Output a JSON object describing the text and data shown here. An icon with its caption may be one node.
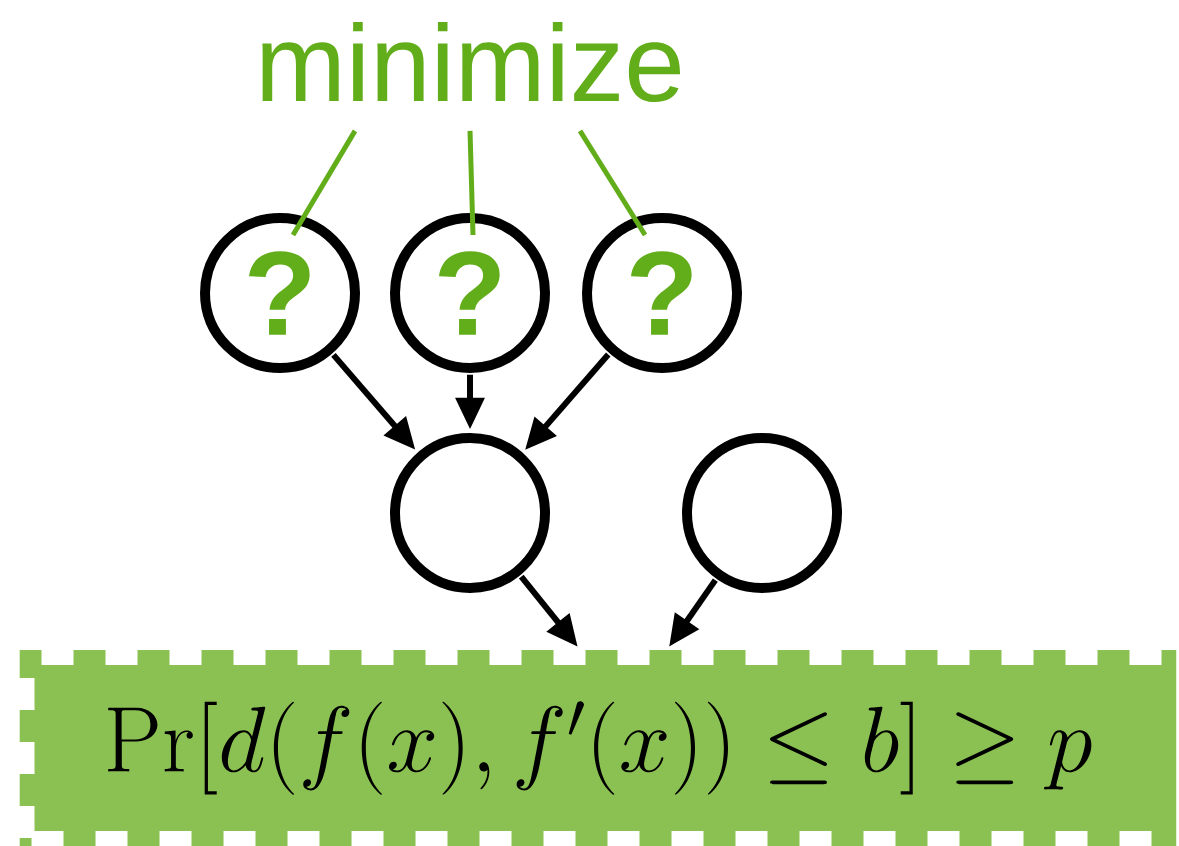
{
  "diagram": {
    "nodes": [
      {
        "text": [
          "minimize"
        ]
      },
      {
        "text": [
          "?"
        ]
      },
      {
        "text": [
          "?"
        ]
      },
      {
        "text": [
          "?"
        ]
      },
      {
        "text": [],
        "shape": "circle"
      },
      {
        "text": [],
        "shape": "circle"
      },
      {
        "text": [
          "\\Pr[d(f(x),f'(x)) \\leq b] \\geq p"
        ]
      }
    ],
    "edges": [
      {
        "from": 0,
        "to": 1,
        "arrow": "none",
        "color": "#62ad1a"
      },
      {
        "from": 0,
        "to": 2,
        "arrow": "none",
        "color": "#62ad1a"
      },
      {
        "from": 0,
        "to": 3,
        "arrow": "none",
        "color": "#62ad1a"
      },
      {
        "from": 1,
        "to": 4,
        "arrow": "to"
      },
      {
        "from": 2,
        "to": 4,
        "arrow": "to"
      },
      {
        "from": 3,
        "to": 4,
        "arrow": "to"
      },
      {
        "from": 4,
        "to": 6,
        "arrow": "to"
      },
      {
        "from": 5,
        "to": 6,
        "arrow": "to"
      }
    ]
  }
}
